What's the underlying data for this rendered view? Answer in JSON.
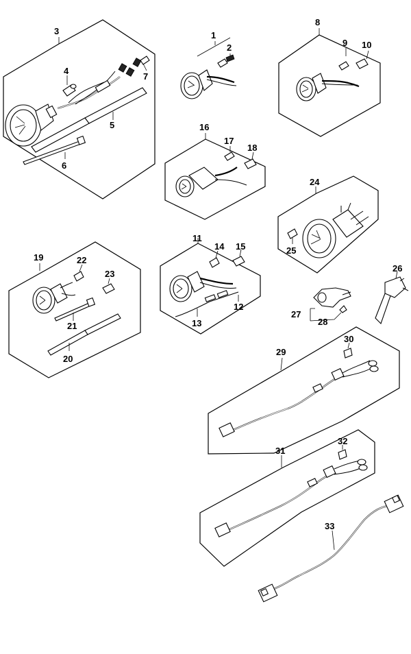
{
  "callouts": {
    "n1": "1",
    "n2": "2",
    "n3": "3",
    "n4": "4",
    "n5": "5",
    "n6": "6",
    "n7": "7",
    "n8": "8",
    "n9": "9",
    "n10": "10",
    "n11": "11",
    "n12": "12",
    "n13": "13",
    "n14": "14",
    "n15": "15",
    "n16": "16",
    "n17": "17",
    "n18": "18",
    "n19": "19",
    "n20": "20",
    "n21": "21",
    "n22": "22",
    "n23": "23",
    "n24": "24",
    "n25": "25",
    "n26": "26",
    "n27": "27",
    "n28": "28",
    "n29": "29",
    "n30": "30",
    "n31": "31",
    "n32": "32",
    "n33": "33"
  }
}
